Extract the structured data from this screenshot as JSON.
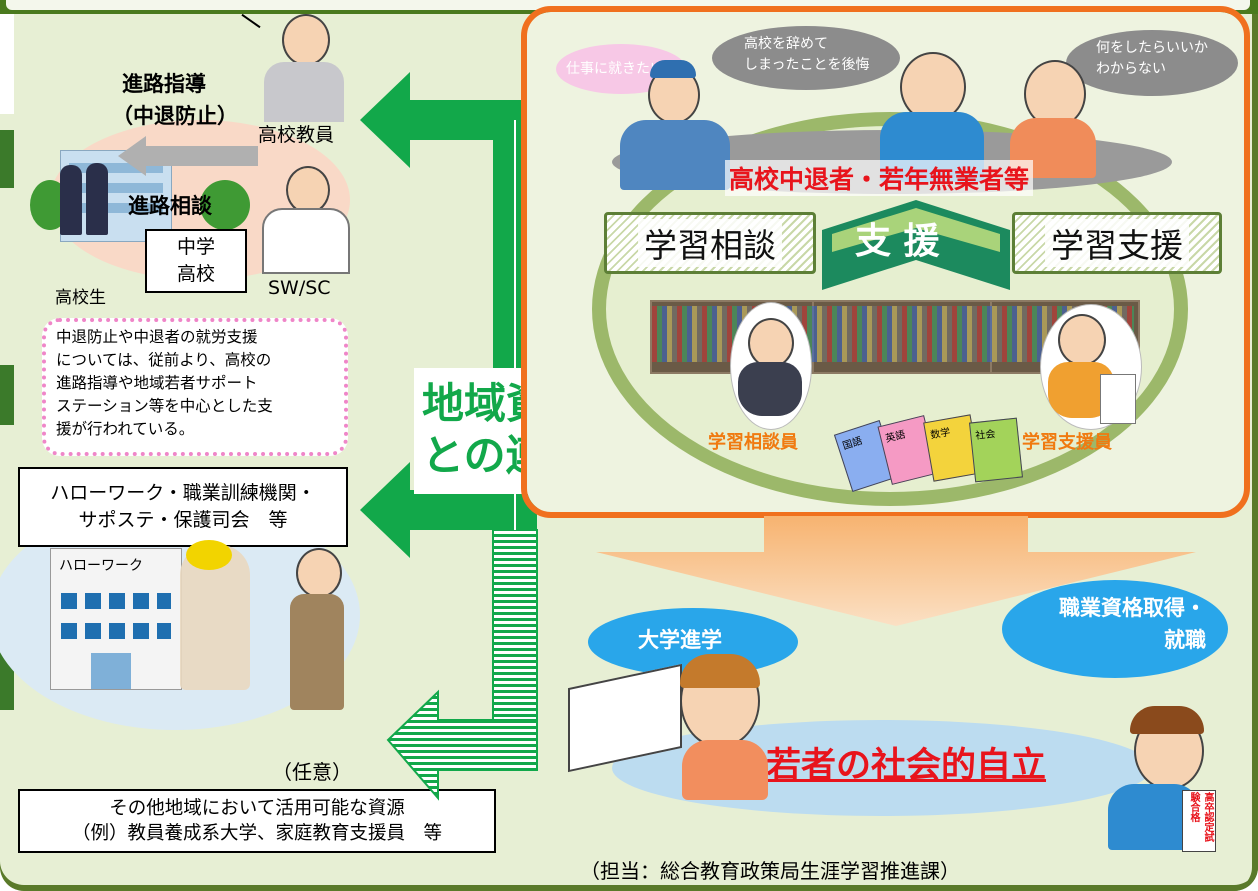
{
  "left": {
    "guidance_label": "進路指導",
    "dropout_label": "（中退防止）",
    "teacher_label": "高校教員",
    "counseling_label": "進路相談",
    "student_label": "高校生",
    "school_box": [
      "中学",
      "高校"
    ],
    "swsc_label": "SW/SC",
    "note_text": "中退防止や中退者の就労支援\nについては、従前より、高校の\n進路指導や地域若者サポート\nステーション等を中心とした支\n援が行われている。",
    "agencies_box": [
      "ハローワーク・職業訓練機関・",
      "サポステ・保護司会　等"
    ],
    "hellowork_sign": "ハローワーク",
    "optional_label": "（任意）",
    "other_box": [
      "その他地域において活用可能な資源",
      "（例）教員養成系大学、家庭教育支援員　等"
    ]
  },
  "center": {
    "link_label": [
      "地域資源",
      "との連携"
    ]
  },
  "right": {
    "bubbles": [
      "仕事に就きたい",
      "高校を辞めて\nしまったことを後悔",
      "何をしたらいいか\nわからない"
    ],
    "target_label": "高校中退者・若年無業者等",
    "consult_box": "学習相談",
    "support_arrow": "支 援",
    "study_box": "学習支援",
    "consultant_label": "学習相談員",
    "supporter_label": "学習支援員",
    "textbook_labels": [
      "国語",
      "英語",
      "数学",
      "社会"
    ],
    "univ_label": "大学進学",
    "job_label": [
      "職業資格取得・",
      "就職"
    ],
    "goal_label": "若者の社会的自立",
    "cert_label": "高卒認定試験合格",
    "footer_note": "（担当：総合教育政策局生涯学習推進課）"
  },
  "colors": {
    "green_arrow": "#12a84a",
    "orange_frame": "#f0701e",
    "red_text": "#e8141c",
    "orange_text": "#f07a10",
    "sky": "#bcdcf0"
  }
}
